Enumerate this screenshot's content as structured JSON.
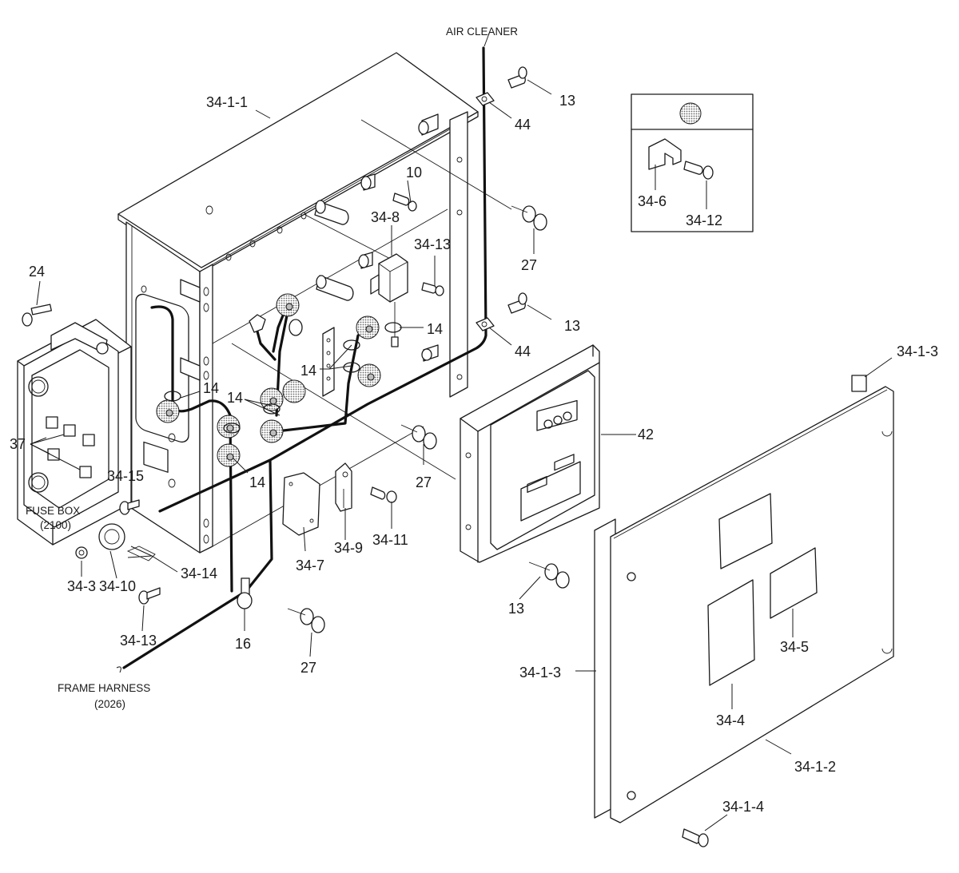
{
  "callouts": {
    "air_cleaner": "AIR CLEANER",
    "fuse_box": "FUSE BOX",
    "fuse_box_ref": "(2100)",
    "frame_harness": "FRAME HARNESS",
    "frame_harness_ref": "(2026)",
    "p_34_1_1": "34-1-1",
    "p_13_a": "13",
    "p_44_a": "44",
    "p_10": "10",
    "p_34_8": "34-8",
    "p_34_13_a": "34-13",
    "p_27_a": "27",
    "p_13_b": "13",
    "p_14_a": "14",
    "p_44_b": "44",
    "p_14_b": "14",
    "p_14_c": "14",
    "p_14_d": "14",
    "p_14_e": "14",
    "p_24": "24",
    "p_37": "37",
    "p_34_15": "34-15",
    "p_27_b": "27",
    "p_42": "42",
    "p_34_1_3_a": "34-1-3",
    "p_34_10": "34-10",
    "p_34_3": "34-3",
    "p_34_14": "34-14",
    "p_34_7": "34-7",
    "p_34_9": "34-9",
    "p_34_11": "34-11",
    "p_13_c": "13",
    "p_34_13_b": "34-13",
    "p_16": "16",
    "p_27_c": "27",
    "p_34_1_3_b": "34-1-3",
    "p_34_5": "34-5",
    "p_34_4": "34-4",
    "p_34_1_2": "34-1-2",
    "p_34_1_4": "34-1-4",
    "p_34_6": "34-6",
    "p_34_12": "34-12"
  }
}
